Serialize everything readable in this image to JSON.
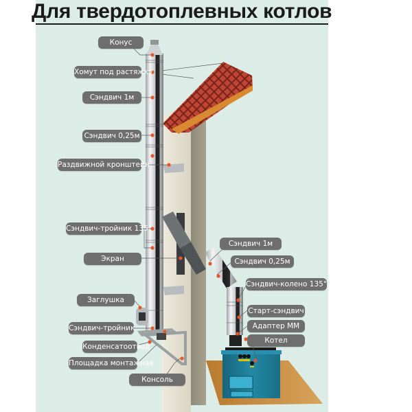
{
  "title": "Для твердотоплевных котлов",
  "colors": {
    "panel_background": "#dcede7",
    "label_background": "#6e6e6e",
    "label_text": "#ffffff",
    "marker": "#e8552a",
    "roof": "#b53a2c",
    "boiler": "#1f7f9a",
    "wall": "#e6e2d3",
    "floor": "#c98f3f"
  },
  "labels_left": [
    {
      "id": "konus",
      "text": "Конус"
    },
    {
      "id": "homut",
      "text": "Хомут под растяжку"
    },
    {
      "id": "sandwich-1m",
      "text": "Сэндвич 1м"
    },
    {
      "id": "sandwich-025",
      "text": "Сэндвич 0,25м"
    },
    {
      "id": "kronshtein",
      "text": "Раздвижной кронштейн"
    },
    {
      "id": "troinik-135",
      "text": "Сэндвич-тройник 135°"
    },
    {
      "id": "ekran",
      "text": "Экран"
    },
    {
      "id": "zaglushka",
      "text": "Заглушка"
    },
    {
      "id": "troinik",
      "text": "Сэндвич-тройник"
    },
    {
      "id": "kondensatootvod",
      "text": "Конденсатоотвод"
    },
    {
      "id": "ploshadka",
      "text": "Площадка монтажная"
    },
    {
      "id": "konsol",
      "text": "Консоль"
    }
  ],
  "labels_right": [
    {
      "id": "r-sandwich-1m",
      "text": "Сэндвич 1м"
    },
    {
      "id": "r-sandwich-025",
      "text": "Сэндвич 0,25м"
    },
    {
      "id": "koleno-135",
      "text": "Сэндвич-колено 135°"
    },
    {
      "id": "start-sandwich",
      "text": "Старт-сэндвич"
    },
    {
      "id": "adapter",
      "text": "Адаптер ММ"
    },
    {
      "id": "kotel",
      "text": "Котел"
    }
  ]
}
